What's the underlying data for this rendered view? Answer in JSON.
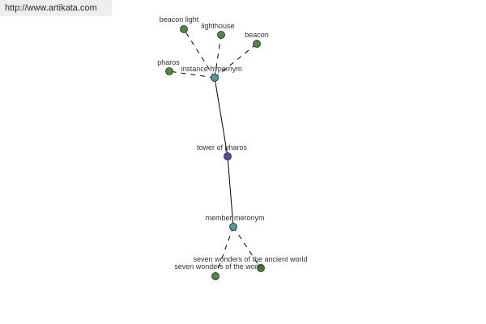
{
  "banner": {
    "url": "http://www.artikata.com"
  },
  "colors": {
    "root": "#4a4fa0",
    "relation": "#4a9a9a",
    "leaf": "#4b8b3b",
    "edge": "#000000"
  },
  "nodes": {
    "root": {
      "label": "tower of pharos",
      "kind": "root"
    },
    "rel_hypernym": {
      "label": "instance hypernym",
      "kind": "relation"
    },
    "rel_meronym": {
      "label": "member meronym",
      "kind": "relation"
    },
    "leaf_beacon_light": {
      "label": "beacon light",
      "kind": "leaf"
    },
    "leaf_lighthouse": {
      "label": "lighthouse",
      "kind": "leaf"
    },
    "leaf_beacon": {
      "label": "beacon",
      "kind": "leaf"
    },
    "leaf_pharos": {
      "label": "pharos",
      "kind": "leaf"
    },
    "leaf_seven_wonders_ancient": {
      "label": "seven wonders of the ancient world",
      "kind": "leaf"
    },
    "leaf_seven_wonders": {
      "label": "seven wonders of the world",
      "kind": "leaf"
    }
  },
  "edges": [
    {
      "from": "root",
      "to": "rel_hypernym",
      "style": "solid"
    },
    {
      "from": "root",
      "to": "rel_meronym",
      "style": "solid"
    },
    {
      "from": "rel_hypernym",
      "to": "leaf_beacon_light",
      "style": "dashed"
    },
    {
      "from": "rel_hypernym",
      "to": "leaf_lighthouse",
      "style": "dashed"
    },
    {
      "from": "rel_hypernym",
      "to": "leaf_beacon",
      "style": "dashed"
    },
    {
      "from": "rel_hypernym",
      "to": "leaf_pharos",
      "style": "dashed"
    },
    {
      "from": "rel_meronym",
      "to": "leaf_seven_wonders_ancient",
      "style": "dashed"
    },
    {
      "from": "rel_meronym",
      "to": "leaf_seven_wonders",
      "style": "dashed"
    }
  ]
}
